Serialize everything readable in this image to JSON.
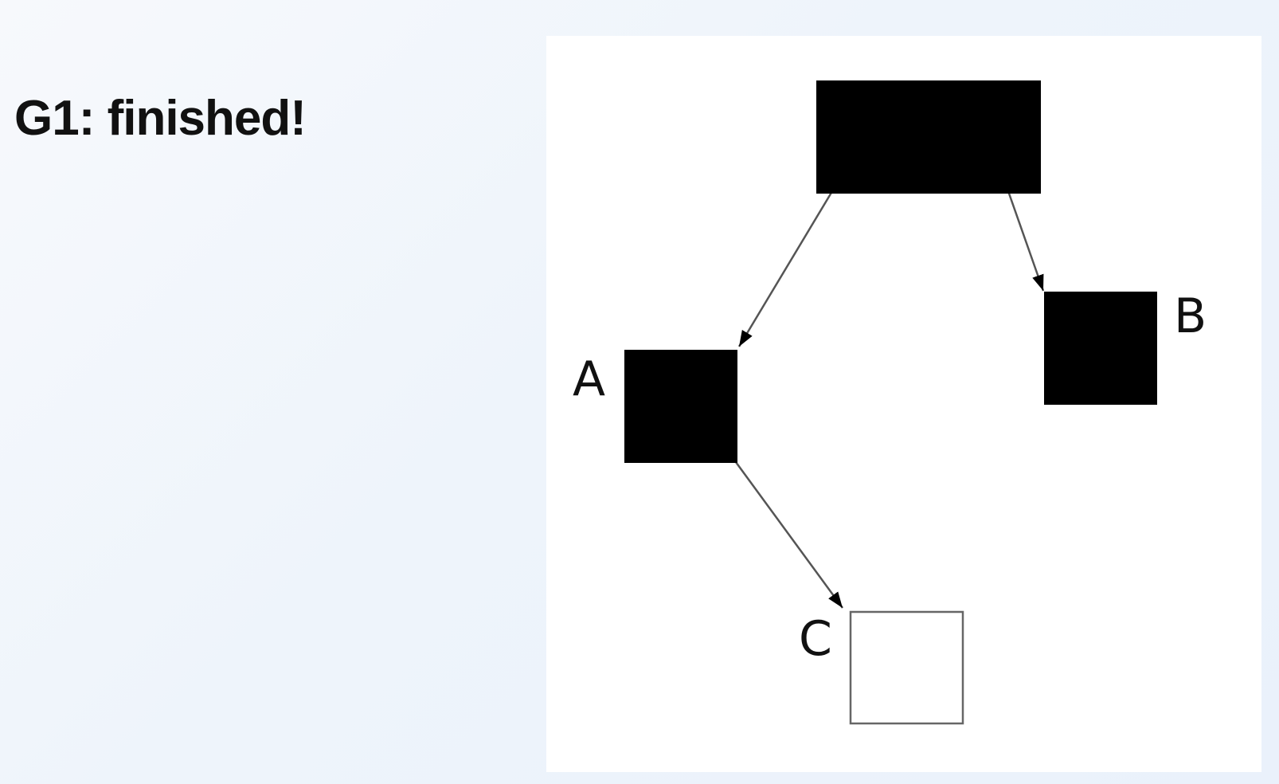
{
  "slide": {
    "title": "G1: finished!"
  },
  "graph": {
    "nodes": [
      {
        "id": "root",
        "label": "",
        "fill": "#000000",
        "stroke": "#000000"
      },
      {
        "id": "A",
        "label": "A",
        "fill": "#000000",
        "stroke": "#000000"
      },
      {
        "id": "B",
        "label": "B",
        "fill": "#000000",
        "stroke": "#000000"
      },
      {
        "id": "C",
        "label": "C",
        "fill": "#ffffff",
        "stroke": "#666666"
      }
    ],
    "edges": [
      {
        "from": "root",
        "to": "A"
      },
      {
        "from": "root",
        "to": "B"
      },
      {
        "from": "A",
        "to": "C"
      }
    ],
    "edge_color": "#555555"
  }
}
